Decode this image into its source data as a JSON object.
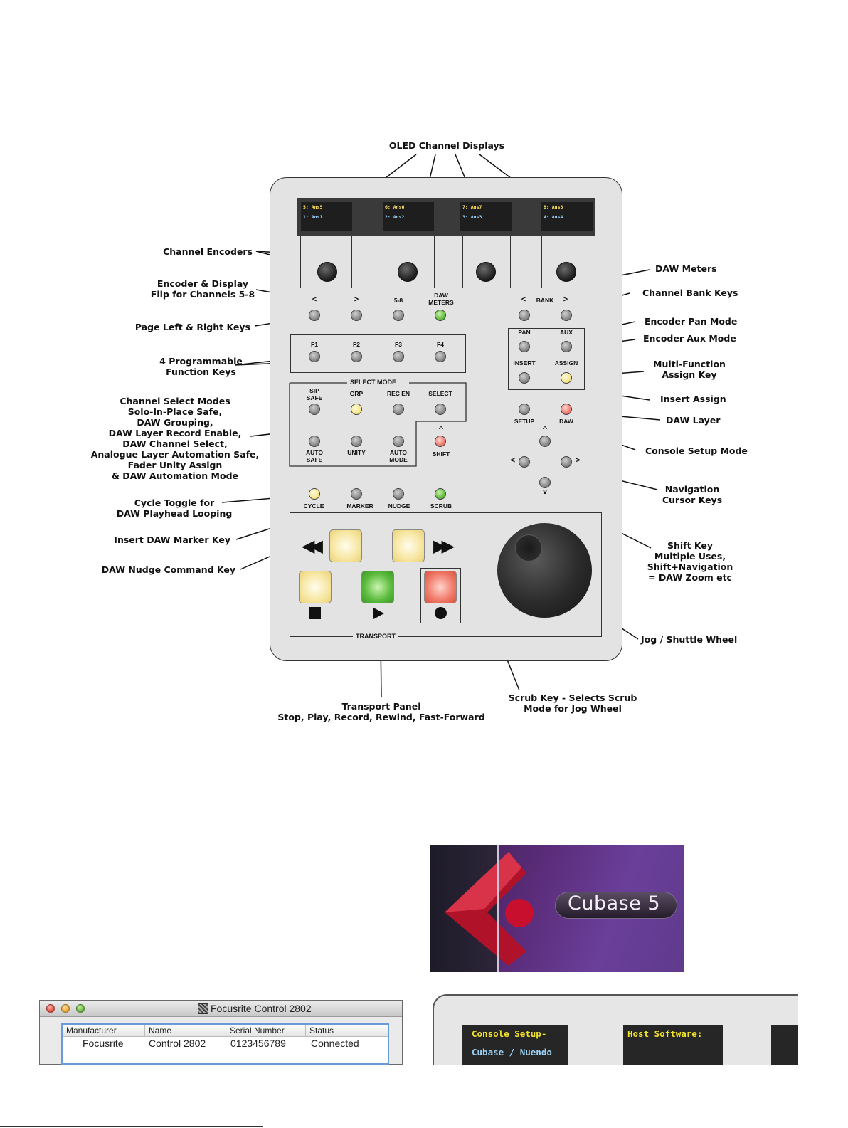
{
  "title_label": "OLED Channel Displays",
  "oled": [
    {
      "top": "5: Ans5",
      "bottom": "1: Ans1"
    },
    {
      "top": "6: Ans6",
      "bottom": "2: Ans2"
    },
    {
      "top": "7: Ans7",
      "bottom": "3: Ans3"
    },
    {
      "top": "8: Ans8",
      "bottom": "4: Ans4"
    }
  ],
  "left_labels": {
    "channel_encoders": "Channel Encoders",
    "flip_1": "Encoder & Display",
    "flip_2": "Flip for Channels  5-8",
    "page_keys": "Page Left & Right Keys",
    "prog_1": "4 Programmable",
    "prog_2": "Function Keys",
    "select_modes": [
      "Channel Select Modes",
      "Solo-In-Place Safe,",
      "DAW Grouping,",
      "DAW Layer Record Enable,",
      "DAW Channel Select,",
      "Analogue Layer Automation Safe,",
      "Fader Unity Assign",
      "& DAW Automation Mode"
    ],
    "cycle_1": "Cycle Toggle for",
    "cycle_2": "DAW Playhead Looping",
    "marker": "Insert DAW Marker Key",
    "nudge": "DAW Nudge Command Key"
  },
  "right_labels": {
    "daw_meters": "DAW Meters",
    "bank_keys": "Channel Bank Keys",
    "pan_mode": "Encoder Pan Mode",
    "aux_mode": "Encoder Aux Mode",
    "assign_1": "Multi-Function",
    "assign_2": "Assign Key",
    "insert_assign": "Insert Assign",
    "daw_layer": "DAW Layer",
    "console_setup": "Console Setup Mode",
    "nav_1": "Navigation",
    "nav_2": "Cursor Keys",
    "shift": [
      "Shift Key",
      "Multiple Uses,",
      "Shift+Navigation",
      "= DAW Zoom etc"
    ],
    "jog": "Jog / Shuttle Wheel"
  },
  "bottom_labels": {
    "transport_1": "Transport Panel",
    "transport_2": "Stop, Play, Record, Rewind, Fast-Forward",
    "scrub_1": "Scrub Key - Selects Scrub",
    "scrub_2": "Mode for Jog Wheel"
  },
  "device": {
    "page_left": "<",
    "page_right": ">",
    "flip": "5-8",
    "daw_meters": [
      "DAW",
      "METERS"
    ],
    "f_keys": [
      "F1",
      "F2",
      "F3",
      "F4"
    ],
    "select_mode_title": "SELECT MODE",
    "sip_safe": [
      "SIP",
      "SAFE"
    ],
    "grp": "GRP",
    "rec_en": "REC EN",
    "select": "SELECT",
    "auto_safe": [
      "AUTO",
      "SAFE"
    ],
    "unity": "UNITY",
    "auto_mode": [
      "AUTO",
      "MODE"
    ],
    "shift_caret": "^",
    "shift": "SHIFT",
    "bank_left": "<",
    "bank": "BANK",
    "bank_right": ">",
    "pan": "PAN",
    "aux": "AUX",
    "insert": "INSERT",
    "assign": "ASSIGN",
    "setup": "SETUP",
    "daw": "DAW",
    "nav_up": "^",
    "nav_left": "<",
    "nav_right": ">",
    "nav_down": "v",
    "cycle": "CYCLE",
    "marker": "MARKER",
    "nudge": "NUDGE",
    "scrub": "SCRUB",
    "transport": "TRANSPORT"
  },
  "cubase": {
    "name": "Cubase 5"
  },
  "mac_window": {
    "title": "Focusrite Control 2802",
    "columns": [
      "Manufacturer",
      "Name",
      "Serial Number",
      "Status"
    ],
    "row": [
      "Focusrite",
      "Control 2802",
      "0123456789",
      "Connected"
    ]
  },
  "console_setup": {
    "line1": "Console Setup-",
    "line2": "Cubase / Nuendo",
    "host": "Host Software:"
  },
  "colors": {
    "oled_primary": "#ffe65a",
    "oled_secondary": "#9fd6ff",
    "cubase_purple": "#5b2c7a",
    "cubase_red": "#c8102e"
  }
}
